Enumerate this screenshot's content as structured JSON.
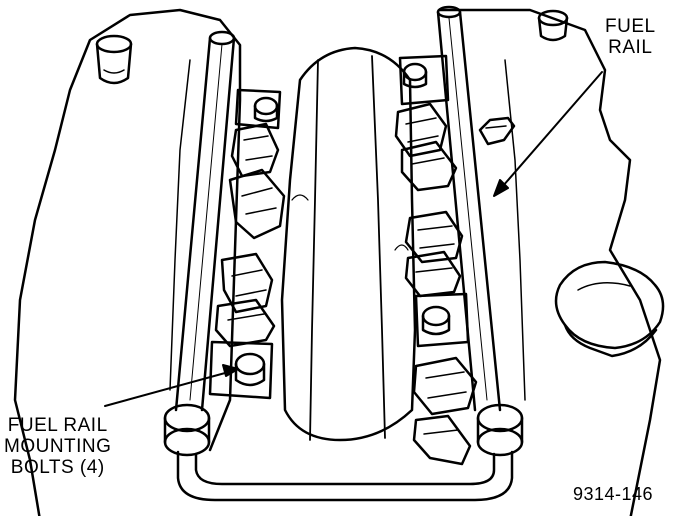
{
  "labels": {
    "fuel_rail": [
      "FUEL",
      "RAIL"
    ],
    "mounting_bolts": [
      "FUEL RAIL",
      "MOUNTING",
      "BOLTS (4)"
    ],
    "figure_number": "9314-146"
  },
  "colors": {
    "ink": "#000000",
    "paper": "#ffffff"
  }
}
